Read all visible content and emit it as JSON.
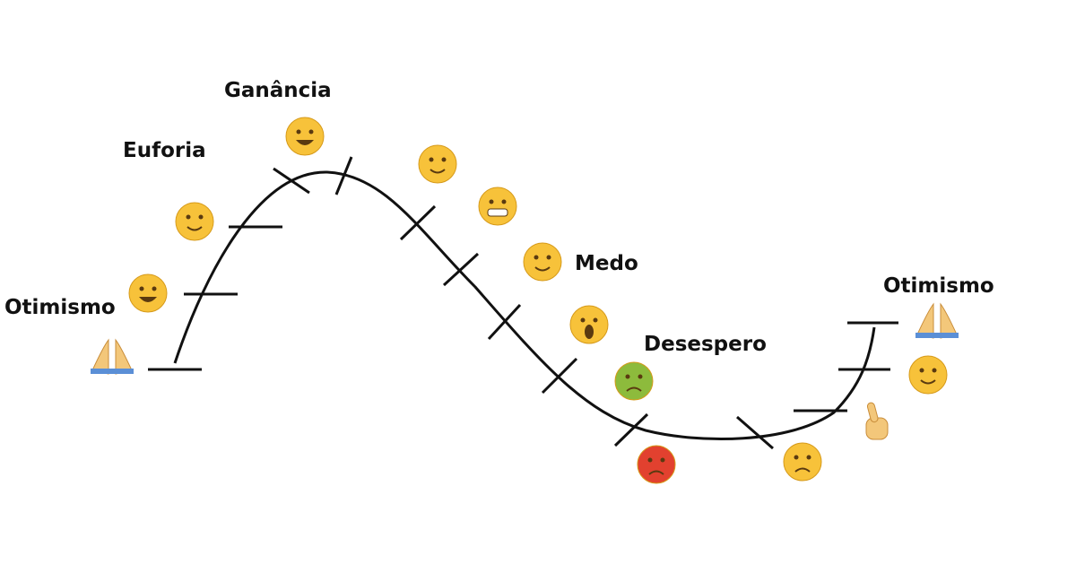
{
  "labels": {
    "otimismo_start": "Otimismo",
    "euforia": "Euforia",
    "ganancia": "Ganância",
    "medo": "Medo",
    "desespero": "Desespero",
    "otimismo_end": "Otimismo"
  },
  "emojis": [
    "praying-hands",
    "grinning",
    "woozy",
    "money-mouth",
    "smirking",
    "grimacing",
    "upside-down",
    "screaming",
    "nauseated",
    "angry",
    "disappointed",
    "crossed-fingers",
    "relieved",
    "praying-hands"
  ],
  "colors": {
    "line": "#111111",
    "face": "#f7c23a",
    "green": "#8dbb3c",
    "red": "#e2412f",
    "skin": "#f3c77a"
  }
}
